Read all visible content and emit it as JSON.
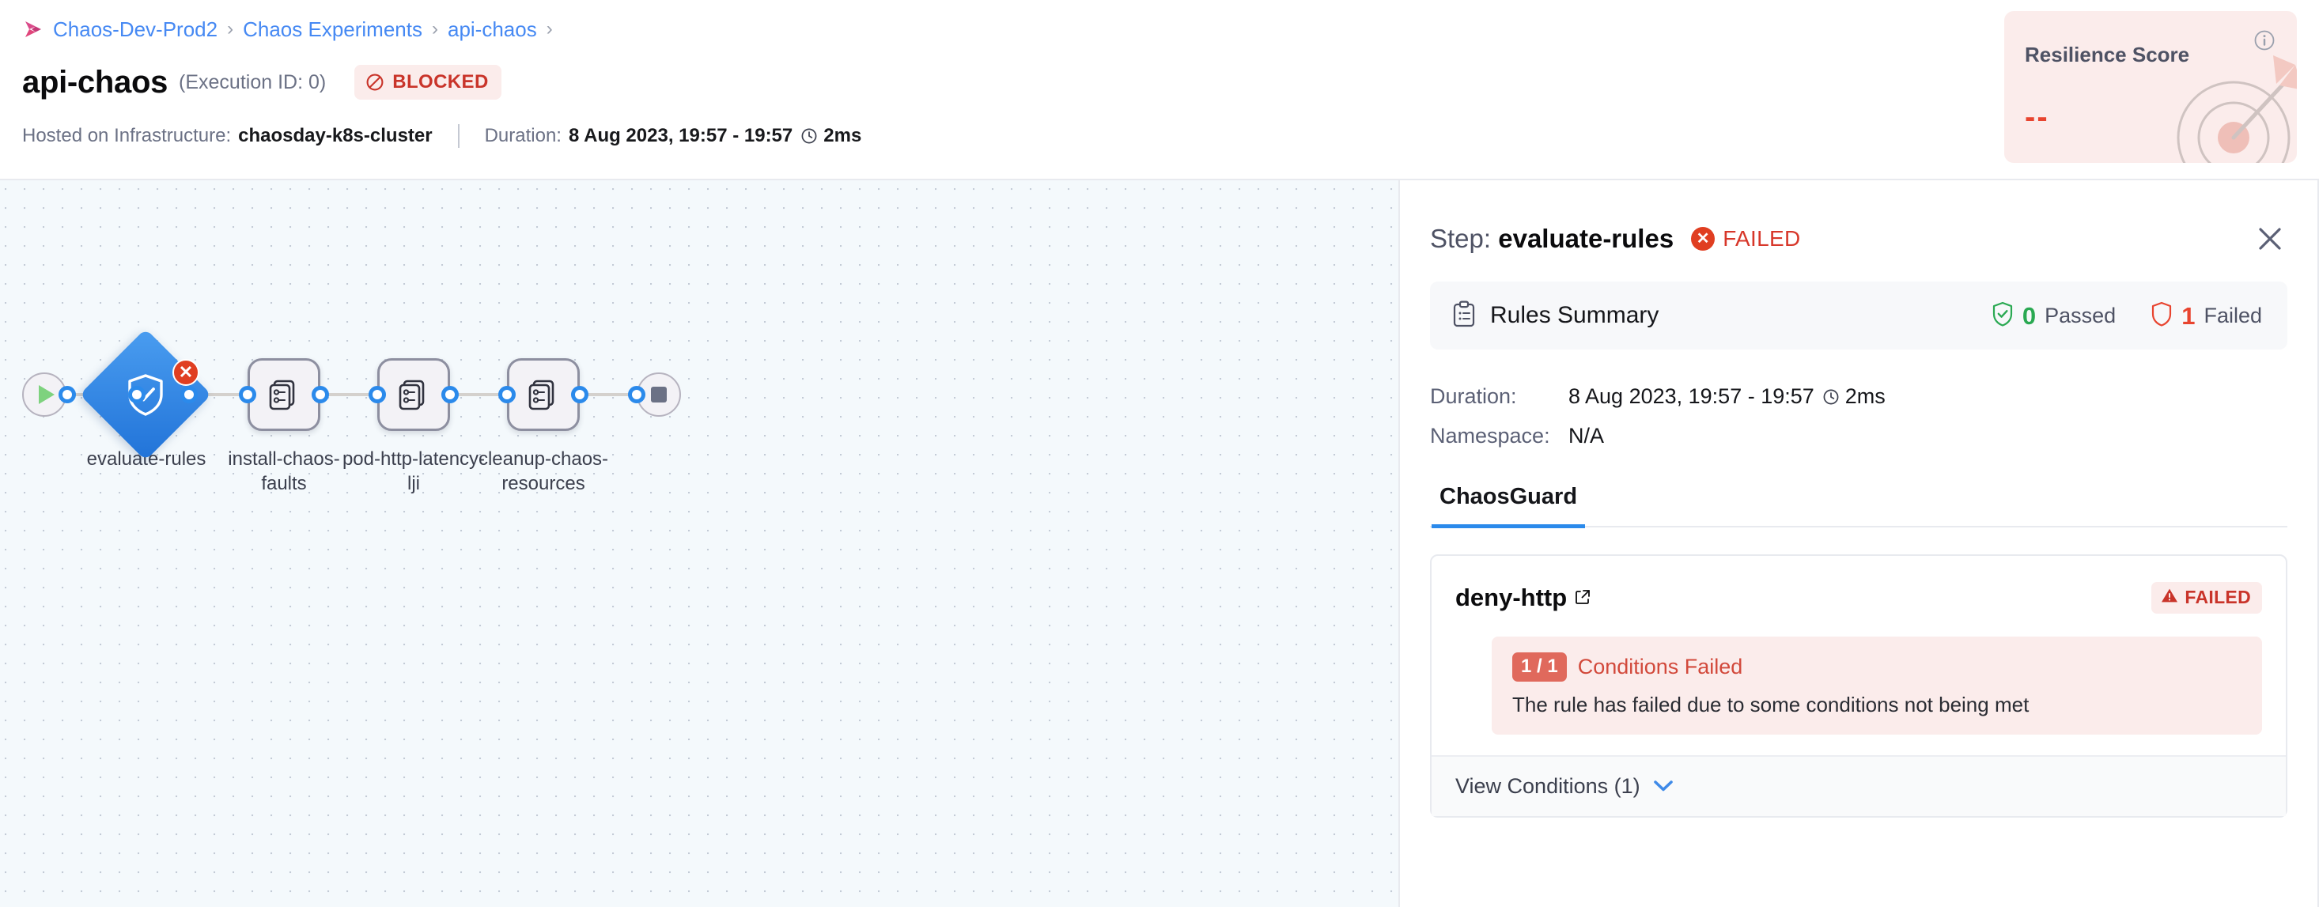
{
  "breadcrumb": {
    "logo": "harness-logo-icon",
    "items": [
      "Chaos-Dev-Prod2",
      "Chaos Experiments",
      "api-chaos"
    ],
    "separator": "›"
  },
  "header": {
    "title": "api-chaos",
    "execution_id": "(Execution ID: 0)",
    "status": "BLOCKED",
    "status_icon": "blocked-icon",
    "infra_label": "Hosted on Infrastructure:",
    "infra_value": "chaosday-k8s-cluster",
    "duration_label": "Duration:",
    "duration_range": "8 Aug 2023, 19:57 - 19:57",
    "duration_value": "2ms",
    "clock_icon": "clock-icon"
  },
  "resilience": {
    "title": "Resilience Score",
    "value": "--",
    "info_icon": "info-icon",
    "art_icon": "target-arrow-icon",
    "bg_color": "#fbeceb",
    "value_color": "#e8442f"
  },
  "canvas": {
    "start_icon": "play-icon",
    "end_icon": "stop-icon",
    "nodes": [
      {
        "name": "evaluate-rules",
        "type": "diamond",
        "icon": "shield-check-icon",
        "badge": "error-x-icon"
      },
      {
        "name": "install-chaos-faults",
        "type": "square",
        "icon": "chaos-fault-icon",
        "badge": ""
      },
      {
        "name": "pod-http-latency-lji",
        "type": "square",
        "icon": "chaos-fault-icon",
        "badge": ""
      },
      {
        "name": "cleanup-chaos-resources",
        "type": "square",
        "icon": "chaos-fault-icon",
        "badge": ""
      }
    ],
    "node_labels": [
      [
        "evaluate-rules"
      ],
      [
        "install-chaos-",
        "faults"
      ],
      [
        "pod-http-latency-",
        "lji"
      ],
      [
        "cleanup-chaos-",
        "resources"
      ]
    ]
  },
  "panel": {
    "step_prefix": "Step:",
    "step_name": "evaluate-rules",
    "step_status": "FAILED",
    "step_status_icon": "error-circle-icon",
    "close_icon": "close-icon",
    "rules_summary": {
      "icon": "clipboard-icon",
      "title": "Rules Summary",
      "passed_count": "0",
      "passed_label": "Passed",
      "passed_icon": "shield-check-green-icon",
      "failed_count": "1",
      "failed_label": "Failed",
      "failed_icon": "shield-red-icon"
    },
    "details": [
      {
        "key": "Duration:",
        "value": "8 Aug 2023, 19:57 - 19:57",
        "suffix": "2ms",
        "icon": "clock-icon"
      },
      {
        "key": "Namespace:",
        "value": "N/A",
        "suffix": "",
        "icon": ""
      }
    ],
    "tabs": [
      {
        "label": "ChaosGuard",
        "active": true
      }
    ],
    "rule": {
      "name": "deny-http",
      "link_icon": "external-link-icon",
      "status": "FAILED",
      "status_icon": "warning-triangle-icon",
      "condition_badge": "1 / 1",
      "condition_title": "Conditions Failed",
      "condition_desc": "The rule has failed due to some conditions not being met",
      "view_conditions": "View Conditions (1)",
      "chevron_icon": "chevron-down-icon"
    }
  }
}
